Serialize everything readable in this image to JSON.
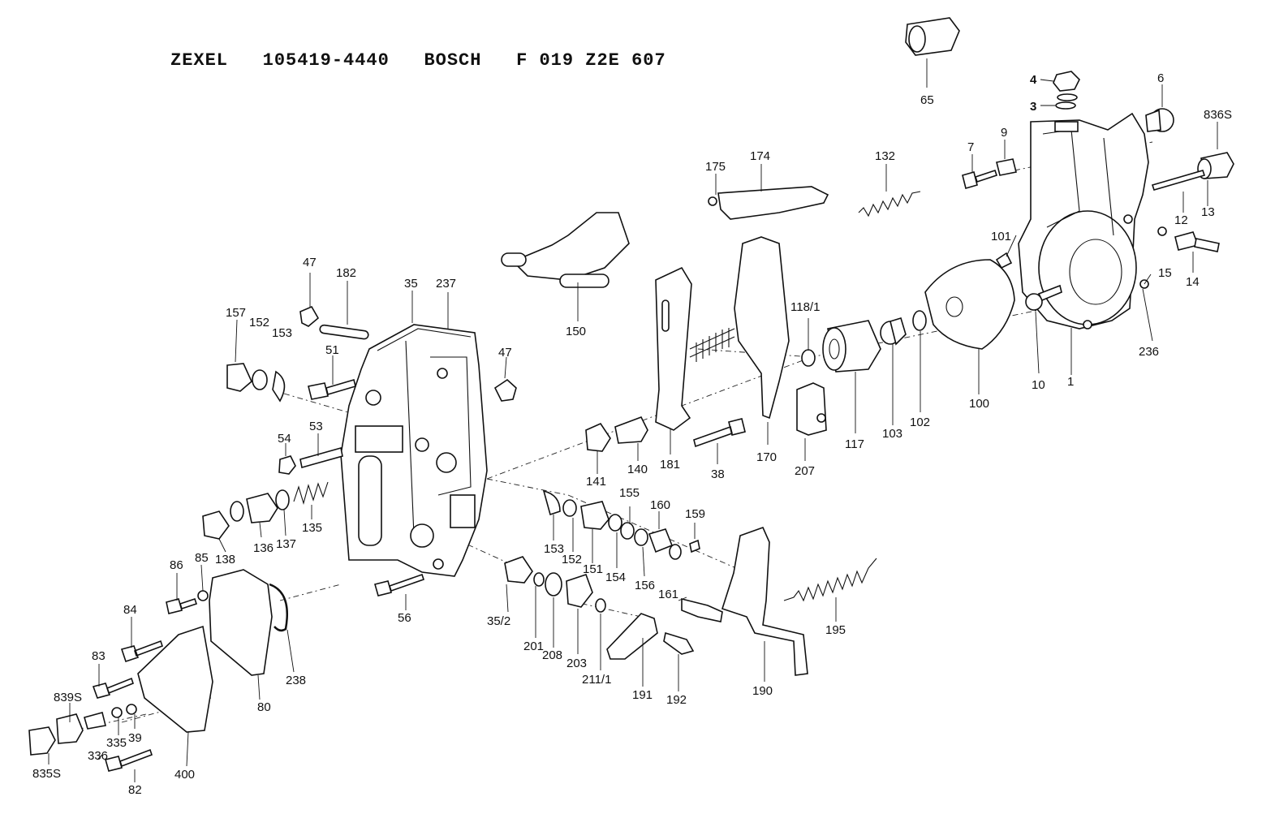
{
  "header": {
    "title": "ZEXEL   105419-4440   BOSCH   F 019 Z2E 607"
  },
  "labels": {
    "p65": "65",
    "p4": "4",
    "p3": "3",
    "p6": "6",
    "p836S": "836S",
    "p9": "9",
    "p7": "7",
    "p175": "175",
    "p174": "174",
    "p132": "132",
    "p12": "12",
    "p13": "13",
    "p101": "101",
    "p14": "14",
    "p15": "15",
    "p236": "236",
    "p10": "10",
    "p1": "1",
    "p100": "100",
    "p102": "102",
    "p103": "103",
    "p117": "117",
    "p118_1": "118/1",
    "p207": "207",
    "p170": "170",
    "p38": "38",
    "p181": "181",
    "p140": "140",
    "p141": "141",
    "p150": "150",
    "p47a": "47",
    "p182": "182",
    "p35": "35",
    "p237": "237",
    "p157": "157",
    "p152a": "152",
    "p153a": "153",
    "p51": "51",
    "p47b": "47",
    "p54": "54",
    "p53": "53",
    "p135": "135",
    "p137": "137",
    "p136": "136",
    "p138": "138",
    "p86": "86",
    "p85": "85",
    "p56": "56",
    "p84": "84",
    "p238": "238",
    "p83": "83",
    "p80": "80",
    "p839S": "839S",
    "p335": "335",
    "p39": "39",
    "p336": "336",
    "p835S": "835S",
    "p82": "82",
    "p400": "400",
    "p153b": "153",
    "p152b": "152",
    "p151": "151",
    "p155": "155",
    "p160": "160",
    "p159": "159",
    "p154": "154",
    "p156": "156",
    "p161": "161",
    "p35_2": "35/2",
    "p201": "201",
    "p208": "208",
    "p203": "203",
    "p211_1": "211/1",
    "p191": "191",
    "p192": "192",
    "p190": "190",
    "p195": "195"
  }
}
